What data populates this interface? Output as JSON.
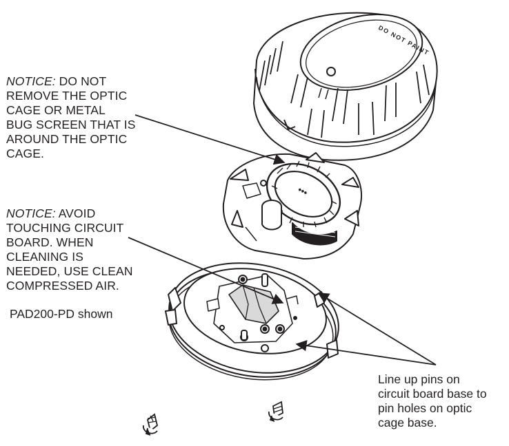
{
  "notices": [
    {
      "label": "NOTICE:",
      "text": "DO NOT\nREMOVE THE OPTIC\nCAGE OR METAL\nBUG SCREEN THAT IS\nAROUND THE OPTIC\nCAGE."
    },
    {
      "label": "NOTICE:",
      "text": "AVOID\nTOUCHING CIRCUIT\nBOARD. WHEN\nCLEANING IS\nNEEDED, USE CLEAN\nCOMPRESSED AIR."
    }
  ],
  "model_caption": "PAD200-PD shown",
  "instruction": "Line up pins on\ncircuit board base to\npin holes on optic\ncage base.",
  "cover_label": "DO NOT PAINT"
}
